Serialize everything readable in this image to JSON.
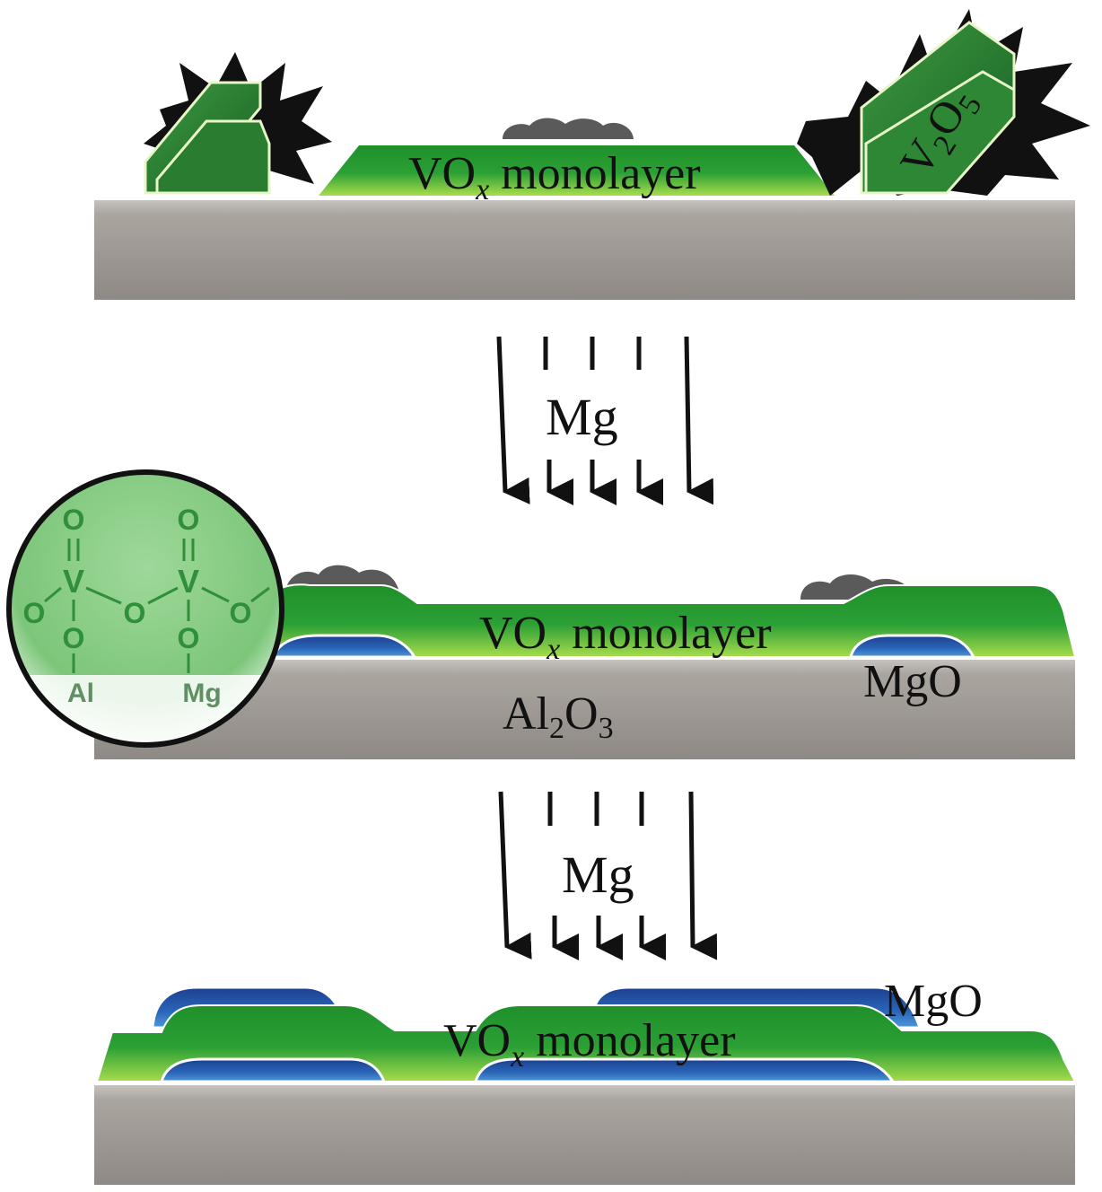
{
  "labels": {
    "vox_main": "VO",
    "vox_sub": "x",
    "vox_rest": " monolayer",
    "v2o5_v": "V",
    "v2o5_2": "2",
    "v2o5_o": "O",
    "v2o5_5": "5",
    "mg": "Mg",
    "mgo": "MgO",
    "al2o3_al": "Al",
    "al2o3_2": "2",
    "al2o3_o": "O",
    "al2o3_3": "3"
  },
  "molecule": {
    "o": "O",
    "v": "V",
    "al": "Al",
    "mg": "Mg"
  },
  "colors": {
    "substrate": "#a8a39e",
    "substrate_dark": "#7d7873",
    "green": "#1f8f2a",
    "green_light": "#8fd44a",
    "crystal": "#2f8a35",
    "blue": "#2a58a8",
    "blue_light": "#5aa0e0",
    "soot": "#5a5a5a",
    "circle_fill": "#7ac97a"
  }
}
